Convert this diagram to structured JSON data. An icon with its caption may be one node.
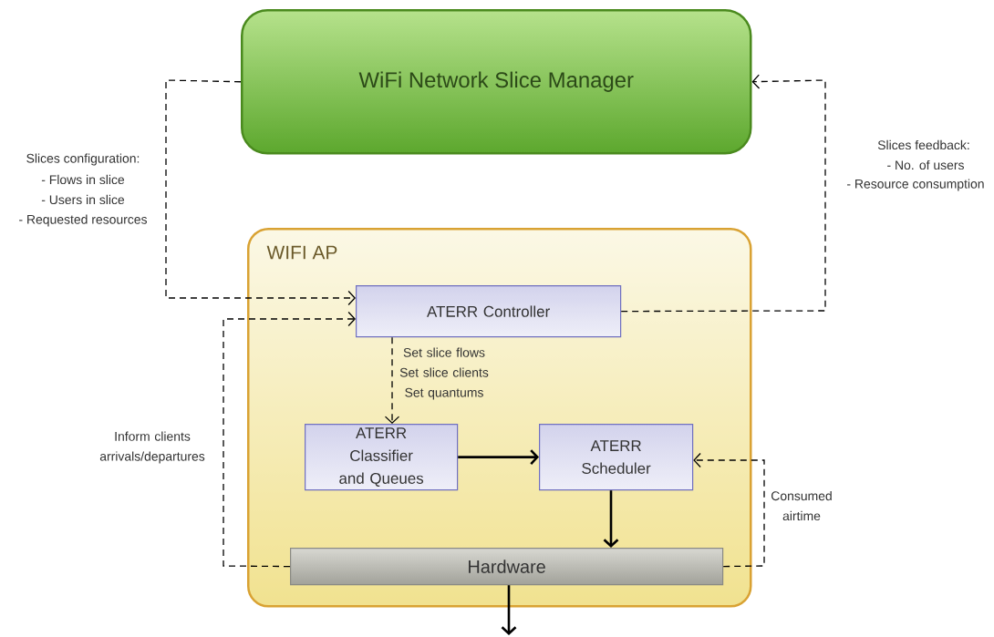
{
  "diagram": {
    "nodes": [
      {
        "text": [
          "WiFi Network Slice Manager"
        ]
      },
      {
        "text": [
          "WIFI AP"
        ]
      },
      {
        "text": [
          "ATERR Controller"
        ],
        "in": 1
      },
      {
        "text": [
          "ATERR Classifier and Queues"
        ],
        "in": 1
      },
      {
        "text": [
          "ATERR Scheduler"
        ],
        "in": 1
      },
      {
        "text": [
          "Hardware"
        ],
        "in": 1
      }
    ],
    "edges": [
      {
        "from": 0,
        "to": 2,
        "arrow": "to",
        "style": "dashed"
      },
      {
        "from": 2,
        "to": 0,
        "arrow": "to",
        "style": "dashed"
      },
      {
        "from": 2,
        "to": 3,
        "arrow": "to",
        "style": "dashed",
        "label": "Set slice flows Set slice clients Set quantums"
      },
      {
        "from": 3,
        "to": 4,
        "arrow": "to"
      },
      {
        "from": 4,
        "to": 5,
        "arrow": "to"
      },
      {
        "from": 5,
        "to": 4,
        "arrow": "to",
        "style": "dashed",
        "label": "Consumed airtime"
      },
      {
        "from": 5,
        "to": 2,
        "arrow": "to",
        "style": "dashed",
        "label": "Inform clients arrivals/departures"
      },
      {
        "from": 5,
        "to": null,
        "arrow": "to"
      }
    ],
    "labels": [
      "Slices configuration:",
      "- Flows in slice",
      "- Users in slice",
      "- Requested resources",
      "Slices feedback:",
      "- No. of users",
      "- Resource consumption"
    ]
  }
}
